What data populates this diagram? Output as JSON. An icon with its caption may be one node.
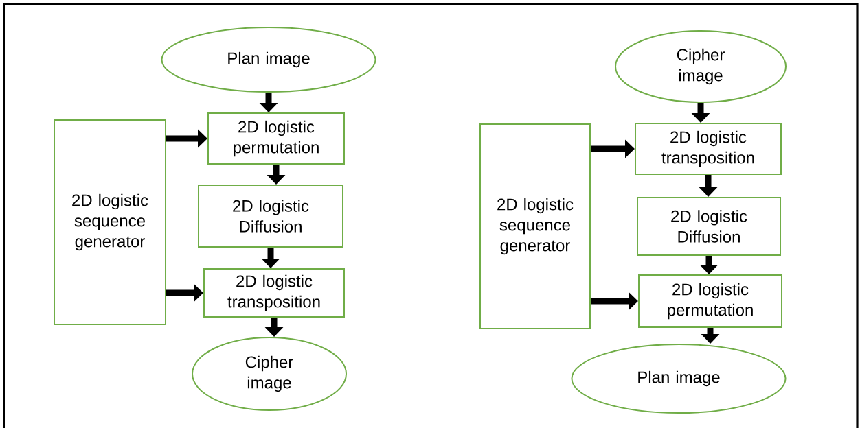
{
  "diagram": {
    "nodes": [
      {
        "text": [
          "Plan image"
        ]
      },
      {
        "text": [
          "2D logistic permutation"
        ]
      },
      {
        "text": [
          "2D logistic Diffusion"
        ]
      },
      {
        "text": [
          "2D logistic transposition"
        ]
      },
      {
        "text": [
          "Cipher image"
        ]
      },
      {
        "text": [
          "2D logistic sequence generator"
        ]
      },
      {
        "text": [
          "Cipher image"
        ]
      },
      {
        "text": [
          "2D logistic transposition"
        ]
      },
      {
        "text": [
          "2D logistic Diffusion"
        ]
      },
      {
        "text": [
          "2D logistic permutation"
        ]
      },
      {
        "text": [
          "Plan image"
        ]
      },
      {
        "text": [
          "2D logistic sequence generator"
        ]
      }
    ],
    "edges": [
      {
        "from": 0,
        "to": 1,
        "arrow": "to"
      },
      {
        "from": 1,
        "to": 2,
        "arrow": "to"
      },
      {
        "from": 2,
        "to": 3,
        "arrow": "to"
      },
      {
        "from": 3,
        "to": 4,
        "arrow": "to"
      },
      {
        "from": 5,
        "to": 1,
        "arrow": "to"
      },
      {
        "from": 5,
        "to": 3,
        "arrow": "to"
      },
      {
        "from": 6,
        "to": 7,
        "arrow": "to"
      },
      {
        "from": 7,
        "to": 8,
        "arrow": "to"
      },
      {
        "from": 8,
        "to": 9,
        "arrow": "to"
      },
      {
        "from": 9,
        "to": 10,
        "arrow": "to"
      },
      {
        "from": 11,
        "to": 7,
        "arrow": "to"
      },
      {
        "from": 11,
        "to": 9,
        "arrow": "to"
      }
    ]
  }
}
